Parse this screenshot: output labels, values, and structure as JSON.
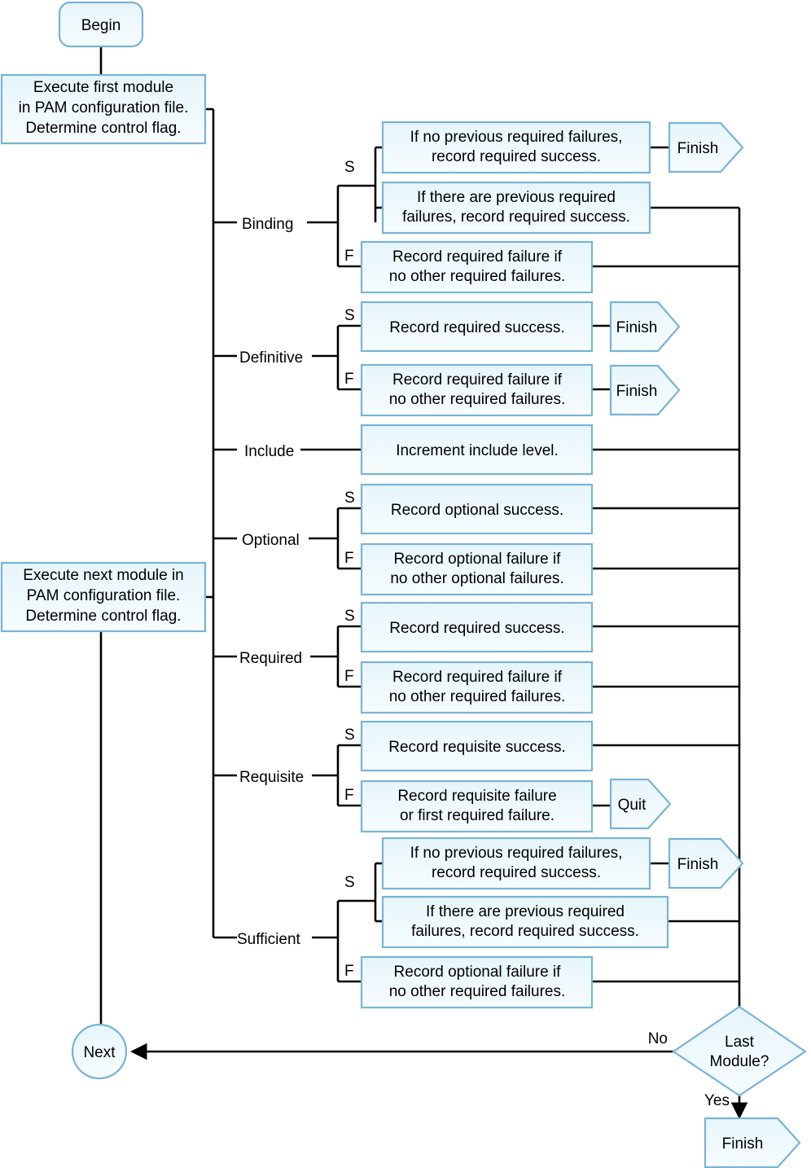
{
  "title": "PAM module control flag processing flowchart",
  "colors": {
    "box_fill_top": "#eaf7fc",
    "box_fill_bottom": "#f4fbfe",
    "box_stroke": "#7ab3d4",
    "line": "#000000",
    "text": "#000000"
  },
  "nodes": {
    "begin": {
      "label": "Begin",
      "shape": "rounded-rect"
    },
    "execute_first": {
      "label": "Execute first module\nin PAM configuration file.\nDetermine control flag.",
      "lines": [
        "Execute first module",
        "in PAM configuration file.",
        "Determine control flag."
      ],
      "shape": "rect"
    },
    "execute_next": {
      "label": "Execute next module in\nPAM configuration file.\nDetermine control flag.",
      "lines": [
        "Execute next module in",
        "PAM configuration file.",
        "Determine control flag."
      ],
      "shape": "rect"
    },
    "next": {
      "label": "Next",
      "shape": "circle"
    },
    "last_module": {
      "label": "Last\nModule?",
      "lines": [
        "Last",
        "Module?"
      ],
      "shape": "diamond"
    },
    "final_finish": {
      "label": "Finish",
      "shape": "pentagon"
    }
  },
  "edge_labels": {
    "no": "No",
    "yes": "Yes",
    "success": "S",
    "failure": "F"
  },
  "branches": [
    {
      "id": "binding",
      "flag": "Binding",
      "outcomes": [
        {
          "marker": "S",
          "boxes": [
            {
              "lines": [
                "If no previous required failures,",
                "record required success."
              ],
              "terminator": "Finish"
            },
            {
              "lines": [
                "If there are previous required",
                "failures, record required success."
              ],
              "terminator": null
            }
          ]
        },
        {
          "marker": "F",
          "boxes": [
            {
              "lines": [
                "Record required failure if",
                "no other required failures."
              ],
              "terminator": null
            }
          ]
        }
      ]
    },
    {
      "id": "definitive",
      "flag": "Definitive",
      "outcomes": [
        {
          "marker": "S",
          "boxes": [
            {
              "lines": [
                "Record required success."
              ],
              "terminator": "Finish"
            }
          ]
        },
        {
          "marker": "F",
          "boxes": [
            {
              "lines": [
                "Record required failure if",
                "no other required failures."
              ],
              "terminator": "Finish"
            }
          ]
        }
      ]
    },
    {
      "id": "include",
      "flag": "Include",
      "outcomes": [
        {
          "marker": "",
          "boxes": [
            {
              "lines": [
                "Increment include level."
              ],
              "terminator": null
            }
          ]
        }
      ]
    },
    {
      "id": "optional",
      "flag": "Optional",
      "outcomes": [
        {
          "marker": "S",
          "boxes": [
            {
              "lines": [
                "Record optional success."
              ],
              "terminator": null
            }
          ]
        },
        {
          "marker": "F",
          "boxes": [
            {
              "lines": [
                "Record optional failure if",
                "no other optional failures."
              ],
              "terminator": null
            }
          ]
        }
      ]
    },
    {
      "id": "required",
      "flag": "Required",
      "outcomes": [
        {
          "marker": "S",
          "boxes": [
            {
              "lines": [
                "Record required success."
              ],
              "terminator": null
            }
          ]
        },
        {
          "marker": "F",
          "boxes": [
            {
              "lines": [
                "Record required failure if",
                "no other required failures."
              ],
              "terminator": null
            }
          ]
        }
      ]
    },
    {
      "id": "requisite",
      "flag": "Requisite",
      "outcomes": [
        {
          "marker": "S",
          "boxes": [
            {
              "lines": [
                "Record requisite success."
              ],
              "terminator": null
            }
          ]
        },
        {
          "marker": "F",
          "boxes": [
            {
              "lines": [
                "Record requisite failure",
                "or first required failure."
              ],
              "terminator": "Quit"
            }
          ]
        }
      ]
    },
    {
      "id": "sufficient",
      "flag": "Sufficient",
      "outcomes": [
        {
          "marker": "S",
          "boxes": [
            {
              "lines": [
                "If no previous required failures,",
                "record required success."
              ],
              "terminator": "Finish"
            },
            {
              "lines": [
                "If there are previous required",
                "failures, record required success."
              ],
              "terminator": null
            }
          ]
        },
        {
          "marker": "F",
          "boxes": [
            {
              "lines": [
                "Record optional failure if",
                "no other required failures."
              ],
              "terminator": null
            }
          ]
        }
      ]
    }
  ],
  "labels": {
    "binding": "Binding",
    "definitive": "Definitive",
    "include": "Include",
    "optional": "Optional",
    "required": "Required",
    "requisite": "Requisite",
    "sufficient": "Sufficient",
    "finish": "Finish",
    "quit": "Quit",
    "begin": "Begin",
    "next": "Next"
  }
}
